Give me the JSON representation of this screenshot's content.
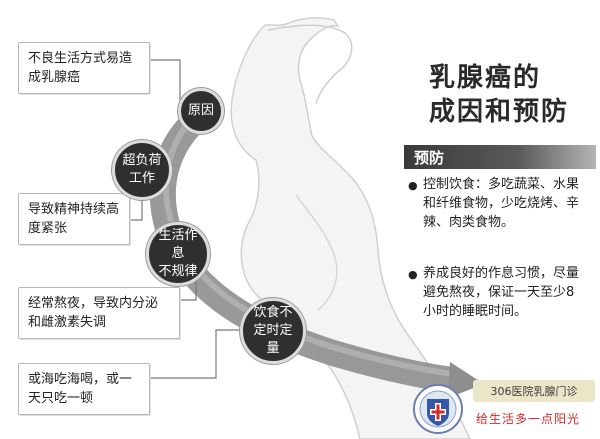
{
  "title": {
    "line1": "乳腺癌的",
    "line2": "成因和预防"
  },
  "causes_header": "原因",
  "nodes": [
    {
      "id": "overwork",
      "label": "超负荷\n工作"
    },
    {
      "id": "irregular",
      "label": "生活作息\n不规律"
    },
    {
      "id": "diet",
      "label": "饮食不\n定时定量"
    }
  ],
  "notes": [
    {
      "id": "lifestyle",
      "text": "不良生活方式易造成乳腺癌"
    },
    {
      "id": "stress",
      "text": "导致精神持续高度紧张"
    },
    {
      "id": "late-night",
      "text": "经常熬夜，导致内分泌和雌激素失调"
    },
    {
      "id": "binge",
      "text": "或海吃海喝，或一天只吃一顿"
    }
  ],
  "prevention": {
    "header": "预防",
    "tips": [
      "控制饮食：多吃蔬菜、水果和纤维食物，少吃烧烤、辛辣、肉类食物。",
      "养成良好的作息习惯，尽量避免熬夜，保证一天至少8小时的睡眠时间。"
    ]
  },
  "hospital": {
    "tag": "306医院乳腺门诊",
    "slogan": "给生活多一点阳光"
  },
  "colors": {
    "node": "#2f2f2f",
    "arrow": "#8e8e8e",
    "slogan": "#d42a2a",
    "tag_bg": "#ece6c8"
  }
}
